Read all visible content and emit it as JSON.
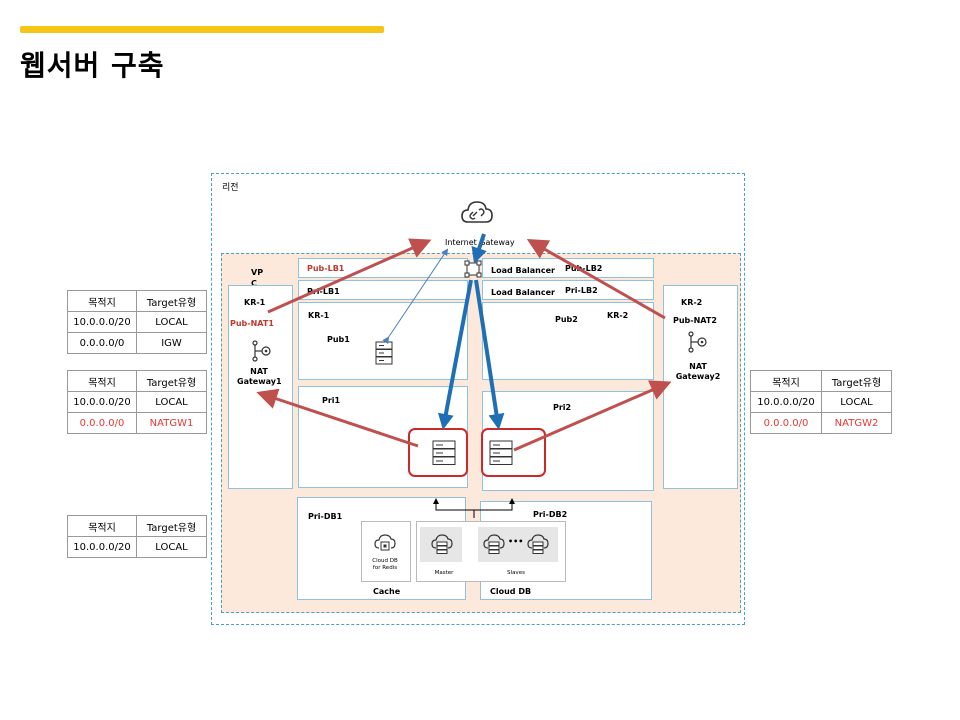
{
  "title": "웹서버 구축",
  "diagram": {
    "region_label": "리전",
    "vpc_label": "VP\nC",
    "internet_gateway": "Internet Gateway",
    "lb1_top": "Pub-LB1",
    "lb1_bottom": "Pri-LB1",
    "lb_label_1": "Load Balancer",
    "lb_label_2": "Load Balancer",
    "lb2_top": "Pub-LB2",
    "lb2_bottom": "Pri-LB2",
    "kr1_left": "KR-1",
    "pub_nat1": "Pub-NAT1",
    "nat_gateway1": "NAT\nGateway1",
    "kr1_inner": "KR-1",
    "pub1": "Pub1",
    "pub2": "Pub2",
    "kr2_inner": "KR-2",
    "kr2_right": "KR-2",
    "pub_nat2": "Pub-NAT2",
    "nat_gateway2": "NAT\nGateway2",
    "pri1": "Pri1",
    "pri2": "Pri2",
    "pri_db1": "Pri-DB1",
    "pri_db2": "Pri-DB2",
    "redis": "Cloud DB\nfor Redis",
    "master": "Master",
    "slaves": "Slaves",
    "ellipsis": "•••",
    "cache": "Cache",
    "cloud_db": "Cloud DB"
  },
  "tables": {
    "header": [
      "목적지",
      "Target유형"
    ],
    "table1": [
      [
        "10.0.0.0/20",
        "LOCAL"
      ],
      [
        "0.0.0.0/0",
        "IGW"
      ]
    ],
    "table2": [
      [
        "10.0.0.0/20",
        "LOCAL"
      ],
      [
        "0.0.0.0/0",
        "NATGW1"
      ]
    ],
    "table3": [
      [
        "10.0.0.0/20",
        "LOCAL"
      ]
    ],
    "table4": [
      [
        "10.0.0.0/20",
        "LOCAL"
      ],
      [
        "0.0.0.0/0",
        "NATGW2"
      ]
    ]
  },
  "colors": {
    "title_bar": "#f5c518",
    "red_arrow": "#c0504d",
    "blue_arrow": "#1f6fb5",
    "highlight": "#cc2a2a"
  }
}
